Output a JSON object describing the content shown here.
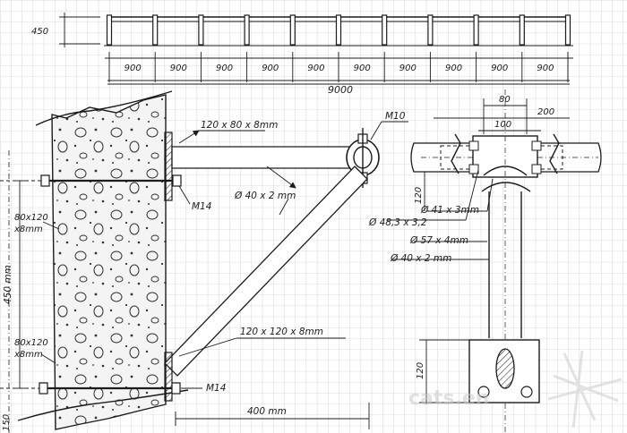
{
  "top_rail": {
    "height_label": "450",
    "span_labels": [
      "900",
      "900",
      "900",
      "900",
      "900",
      "900",
      "900",
      "900",
      "900",
      "900"
    ],
    "total_label": "9000"
  },
  "side_view": {
    "plate_top_label": "120 x 80 x 8mm",
    "clamp_label": "M10",
    "bolt_top_label": "M14",
    "brace_tube_label": "Ø 40 x 2 mm",
    "plate_left_top_label": "80x120\nx8mm",
    "height_label": "450 mm",
    "plate_bottom_label": "120 x 120 x 8mm",
    "plate_left_bottom_label": "80x120\nx8mm",
    "bolt_bottom_label": "M14",
    "length_label": "400 mm",
    "bottom_edge_label": "150"
  },
  "detail_view": {
    "dim_80": "80",
    "dim_200": "200",
    "dim_100": "100",
    "dim_120_vertical": "120",
    "tube_48": "Ø 48,3 x 3,2",
    "tube_41": "Ø 41 x 3mm",
    "tube_57": "Ø 57 x 4mm",
    "tube_40": "Ø 40 x 2 mm",
    "dim_120_bottom": "120"
  },
  "watermark": "cats.en"
}
